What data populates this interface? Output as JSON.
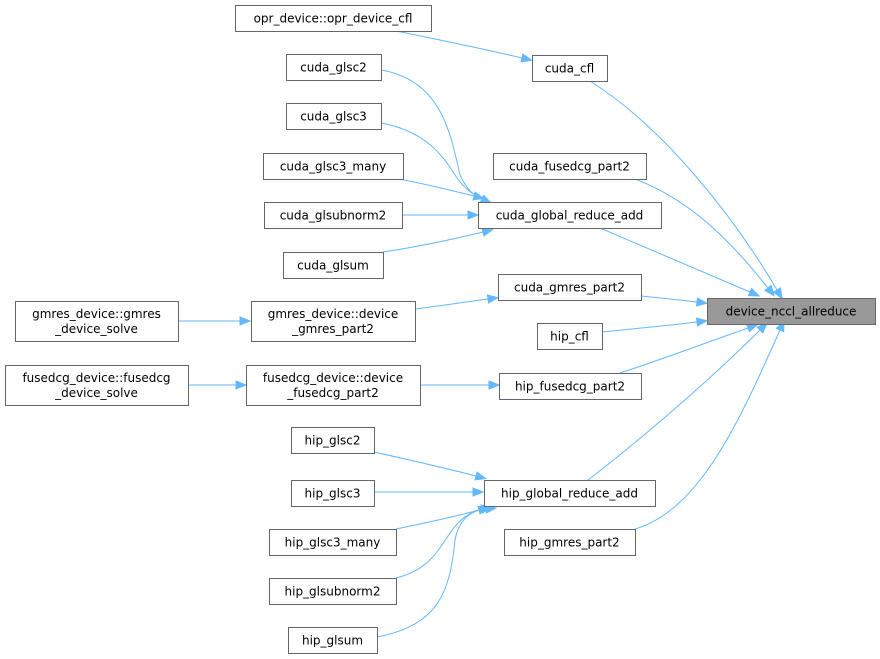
{
  "title": "device_nccl_allreduce caller graph",
  "colors": {
    "edge": "#63b8ff",
    "node_border": "#666666",
    "root_fill": "#999999"
  },
  "nodes": [
    {
      "id": "root",
      "label": [
        "device_nccl_allreduce"
      ],
      "root": true
    },
    {
      "id": "opr_cfl",
      "label": [
        "opr_device::opr_device_cfl"
      ]
    },
    {
      "id": "cuda_cfl",
      "label": [
        "cuda_cfl"
      ]
    },
    {
      "id": "cuda_glsc2",
      "label": [
        "cuda_glsc2"
      ]
    },
    {
      "id": "cuda_glsc3",
      "label": [
        "cuda_glsc3"
      ]
    },
    {
      "id": "cuda_fusedcg_part2",
      "label": [
        "cuda_fusedcg_part2"
      ]
    },
    {
      "id": "cuda_glsc3_many",
      "label": [
        "cuda_glsc3_many"
      ]
    },
    {
      "id": "cuda_global_reduce_add",
      "label": [
        "cuda_global_reduce_add"
      ]
    },
    {
      "id": "cuda_glsubnorm2",
      "label": [
        "cuda_glsubnorm2"
      ]
    },
    {
      "id": "cuda_glsum",
      "label": [
        "cuda_glsum"
      ]
    },
    {
      "id": "cuda_gmres_part2",
      "label": [
        "cuda_gmres_part2"
      ]
    },
    {
      "id": "gmres_solve",
      "label": [
        "gmres_device::gmres",
        "_device_solve"
      ]
    },
    {
      "id": "gmres_part2",
      "label": [
        "gmres_device::device",
        "_gmres_part2"
      ]
    },
    {
      "id": "hip_cfl",
      "label": [
        "hip_cfl"
      ]
    },
    {
      "id": "fusedcg_solve",
      "label": [
        "fusedcg_device::fusedcg",
        "_device_solve"
      ]
    },
    {
      "id": "fusedcg_part2",
      "label": [
        "fusedcg_device::device",
        "_fusedcg_part2"
      ]
    },
    {
      "id": "hip_fusedcg_part2",
      "label": [
        "hip_fusedcg_part2"
      ]
    },
    {
      "id": "hip_glsc2",
      "label": [
        "hip_glsc2"
      ]
    },
    {
      "id": "hip_global_reduce_add",
      "label": [
        "hip_global_reduce_add"
      ]
    },
    {
      "id": "hip_glsc3",
      "label": [
        "hip_glsc3"
      ]
    },
    {
      "id": "hip_glsc3_many",
      "label": [
        "hip_glsc3_many"
      ]
    },
    {
      "id": "hip_gmres_part2",
      "label": [
        "hip_gmres_part2"
      ]
    },
    {
      "id": "hip_glsubnorm2",
      "label": [
        "hip_glsubnorm2"
      ]
    },
    {
      "id": "hip_glsum",
      "label": [
        "hip_glsum"
      ]
    }
  ],
  "edges": [
    {
      "from": "opr_cfl",
      "to": "cuda_cfl"
    },
    {
      "from": "cuda_cfl",
      "to": "root"
    },
    {
      "from": "cuda_glsc2",
      "to": "cuda_global_reduce_add"
    },
    {
      "from": "cuda_glsc3",
      "to": "cuda_global_reduce_add"
    },
    {
      "from": "cuda_glsc3_many",
      "to": "cuda_global_reduce_add"
    },
    {
      "from": "cuda_glsubnorm2",
      "to": "cuda_global_reduce_add"
    },
    {
      "from": "cuda_glsum",
      "to": "cuda_global_reduce_add"
    },
    {
      "from": "cuda_fusedcg_part2",
      "to": "root"
    },
    {
      "from": "cuda_global_reduce_add",
      "to": "root"
    },
    {
      "from": "cuda_gmres_part2",
      "to": "root"
    },
    {
      "from": "gmres_solve",
      "to": "gmres_part2"
    },
    {
      "from": "gmres_part2",
      "to": "cuda_gmres_part2"
    },
    {
      "from": "hip_cfl",
      "to": "root"
    },
    {
      "from": "fusedcg_solve",
      "to": "fusedcg_part2"
    },
    {
      "from": "fusedcg_part2",
      "to": "hip_fusedcg_part2"
    },
    {
      "from": "hip_fusedcg_part2",
      "to": "root"
    },
    {
      "from": "hip_glsc2",
      "to": "hip_global_reduce_add"
    },
    {
      "from": "hip_glsc3",
      "to": "hip_global_reduce_add"
    },
    {
      "from": "hip_glsc3_many",
      "to": "hip_global_reduce_add"
    },
    {
      "from": "hip_glsubnorm2",
      "to": "hip_global_reduce_add"
    },
    {
      "from": "hip_glsum",
      "to": "hip_global_reduce_add"
    },
    {
      "from": "hip_global_reduce_add",
      "to": "root"
    },
    {
      "from": "hip_gmres_part2",
      "to": "root"
    }
  ]
}
